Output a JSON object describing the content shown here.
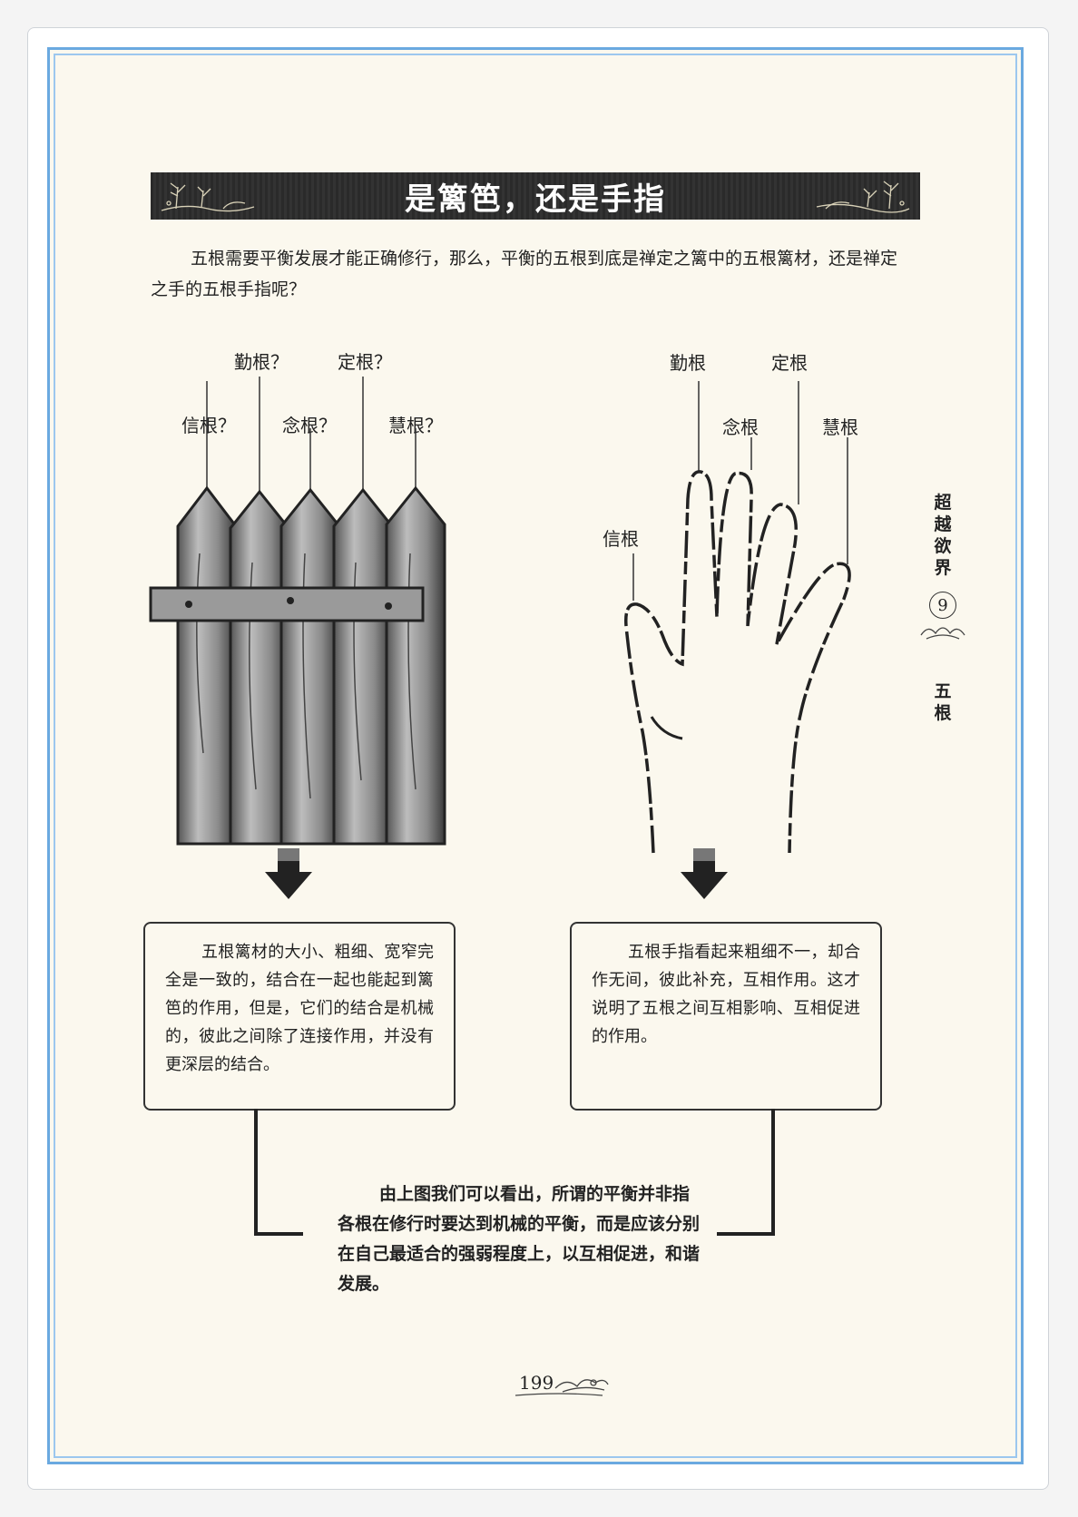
{
  "title": "是篱笆，还是手指",
  "intro": "五根需要平衡发展才能正确修行，那么，平衡的五根到底是禅定之篱中的五根篱材，还是禅定之手的五根手指呢？",
  "fence_labels": {
    "qin": "勤根？",
    "ding": "定根？",
    "xin": "信根？",
    "nian": "念根？",
    "hui": "慧根？"
  },
  "hand_labels": {
    "qin": "勤根",
    "ding": "定根",
    "nian": "念根",
    "hui": "慧根",
    "xin": "信根"
  },
  "fence_text": "五根篱材的大小、粗细、宽窄完全是一致的，结合在一起也能起到篱笆的作用，但是，它们的结合是机械的，彼此之间除了连接作用，并没有更深层的结合。",
  "hand_text": "五根手指看起来粗细不一，却合作无间，彼此补充，互相作用。这才说明了五根之间互相影响、互相促进的作用。",
  "conclusion": "由上图我们可以看出，所谓的平衡并非指各根在修行时要达到机械的平衡，而是应该分别在自己最适合的强弱程度上，以互相促进，和谐发展。",
  "sidebar": {
    "section": "超越欲界",
    "chapter_number": "9",
    "topic": "五根"
  },
  "page_number": "199"
}
